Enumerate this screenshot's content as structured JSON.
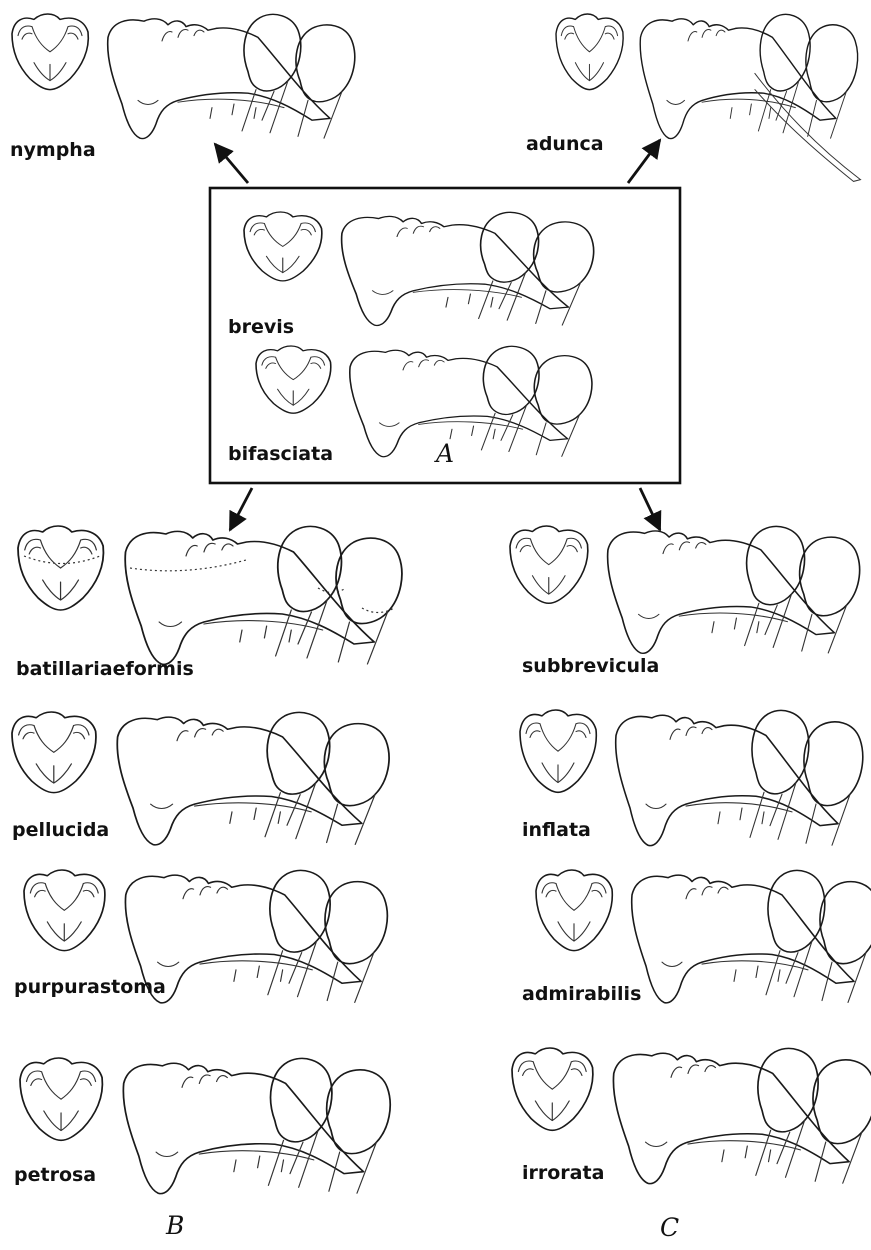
{
  "group_labels": {
    "a": "A",
    "b": "B",
    "c": "C"
  },
  "species": [
    "nympha",
    "adunca",
    "brevis",
    "bifasciata",
    "batillariaeformis",
    "subbrevicula",
    "pellucida",
    "inflata",
    "purpurastoma",
    "admirabilis",
    "petrosa",
    "irrorata"
  ]
}
